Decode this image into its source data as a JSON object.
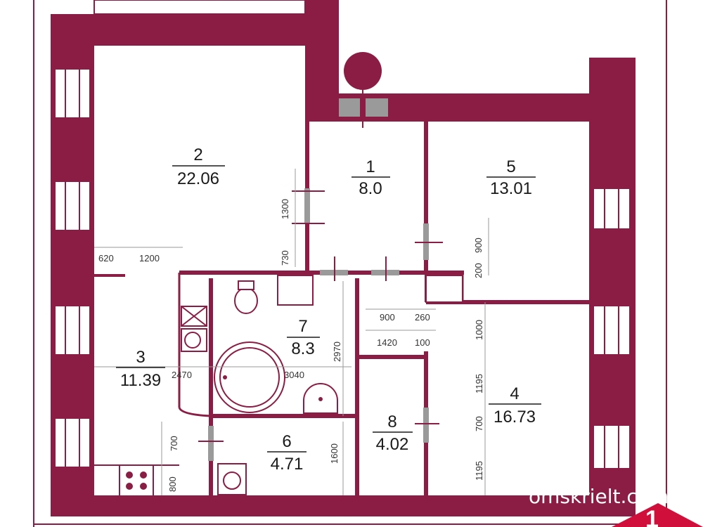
{
  "rooms": [
    {
      "number": "1",
      "area": "8.0"
    },
    {
      "number": "2",
      "area": "22.06"
    },
    {
      "number": "3",
      "area": "11.39"
    },
    {
      "number": "4",
      "area": "16.73"
    },
    {
      "number": "5",
      "area": "13.01"
    },
    {
      "number": "6",
      "area": "4.71"
    },
    {
      "number": "7",
      "area": "8.3"
    },
    {
      "number": "8",
      "area": "4.02"
    }
  ],
  "dimensions": {
    "d620": "620",
    "d1200": "1200",
    "d1300": "1300",
    "d730": "730",
    "d900a": "900",
    "d200": "200",
    "d900b": "900",
    "d260": "260",
    "d1420": "1420",
    "d100": "100",
    "d2970": "2970",
    "d2470": "2470",
    "d3040": "3040",
    "d1000": "1000",
    "d1195a": "1195",
    "d700a": "700",
    "d1195b": "1195",
    "d700b": "700",
    "d1600": "1600",
    "d800": "800"
  },
  "watermark": "omskrielt.com",
  "badge": "1",
  "colors": {
    "wall": "#8b1c44",
    "badge": "#d0103a"
  }
}
